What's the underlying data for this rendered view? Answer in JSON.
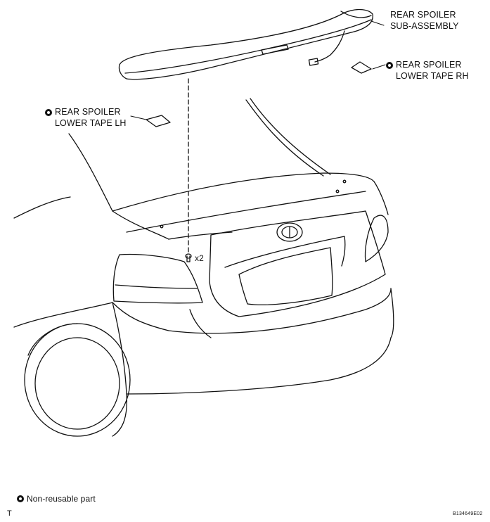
{
  "labels": {
    "sub_assembly": [
      "REAR SPOILER",
      "SUB-ASSEMBLY"
    ],
    "tape_rh": [
      "REAR SPOILER",
      "LOWER TAPE RH"
    ],
    "tape_lh": [
      "REAR SPOILER",
      "LOWER TAPE LH"
    ],
    "bolt_qty": "x2"
  },
  "legend": {
    "non_reusable": "Non-reusable part"
  },
  "corner_mark": "T",
  "figure_id": "B134649E02",
  "icons": [
    "non-reusable-part-icon"
  ]
}
